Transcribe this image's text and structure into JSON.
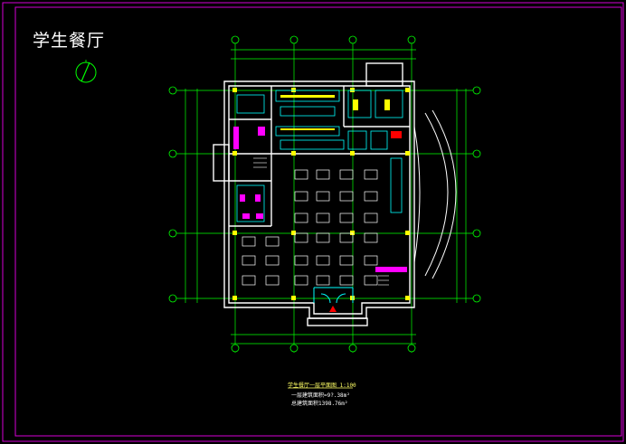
{
  "title": "学生餐厅",
  "caption": {
    "drawing_title": "学生餐厅一层平面图 1:100",
    "area_ground": "一层建筑面积=9?.38m²",
    "area_total": "总建筑面积1398.76m²"
  },
  "colors": {
    "background": "#000000",
    "frame": "#d600d6",
    "wall": "#ffffff",
    "dimension": "#00ff00",
    "column": "#ffff00",
    "fixture": "#00ffff",
    "kitchen": "#ff00ff",
    "stair_red": "#ff0000"
  },
  "icons": [
    "north-arrow-icon"
  ]
}
